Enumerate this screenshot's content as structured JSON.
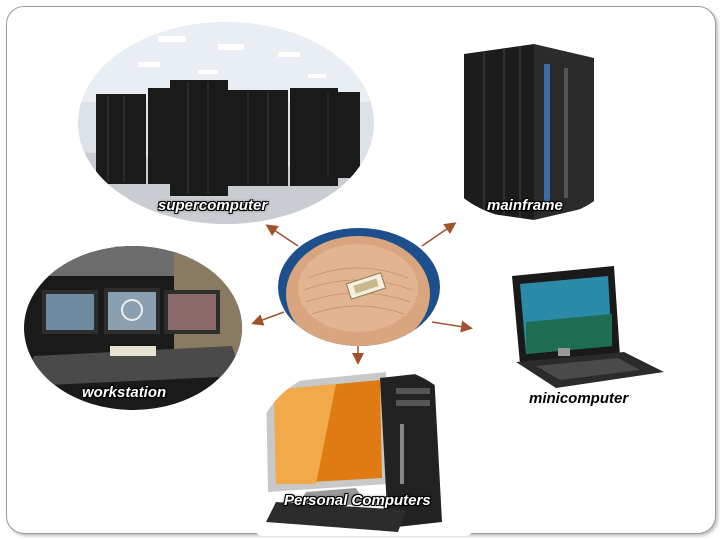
{
  "labels": {
    "supercomputer": "supercomputer",
    "mainframe": "mainframe",
    "workstation": "workstation",
    "minicomputer": "minicomputer",
    "personal": "Personal Computers"
  },
  "colors": {
    "arrow": "#a0522d",
    "border": "#9a9a9a"
  }
}
